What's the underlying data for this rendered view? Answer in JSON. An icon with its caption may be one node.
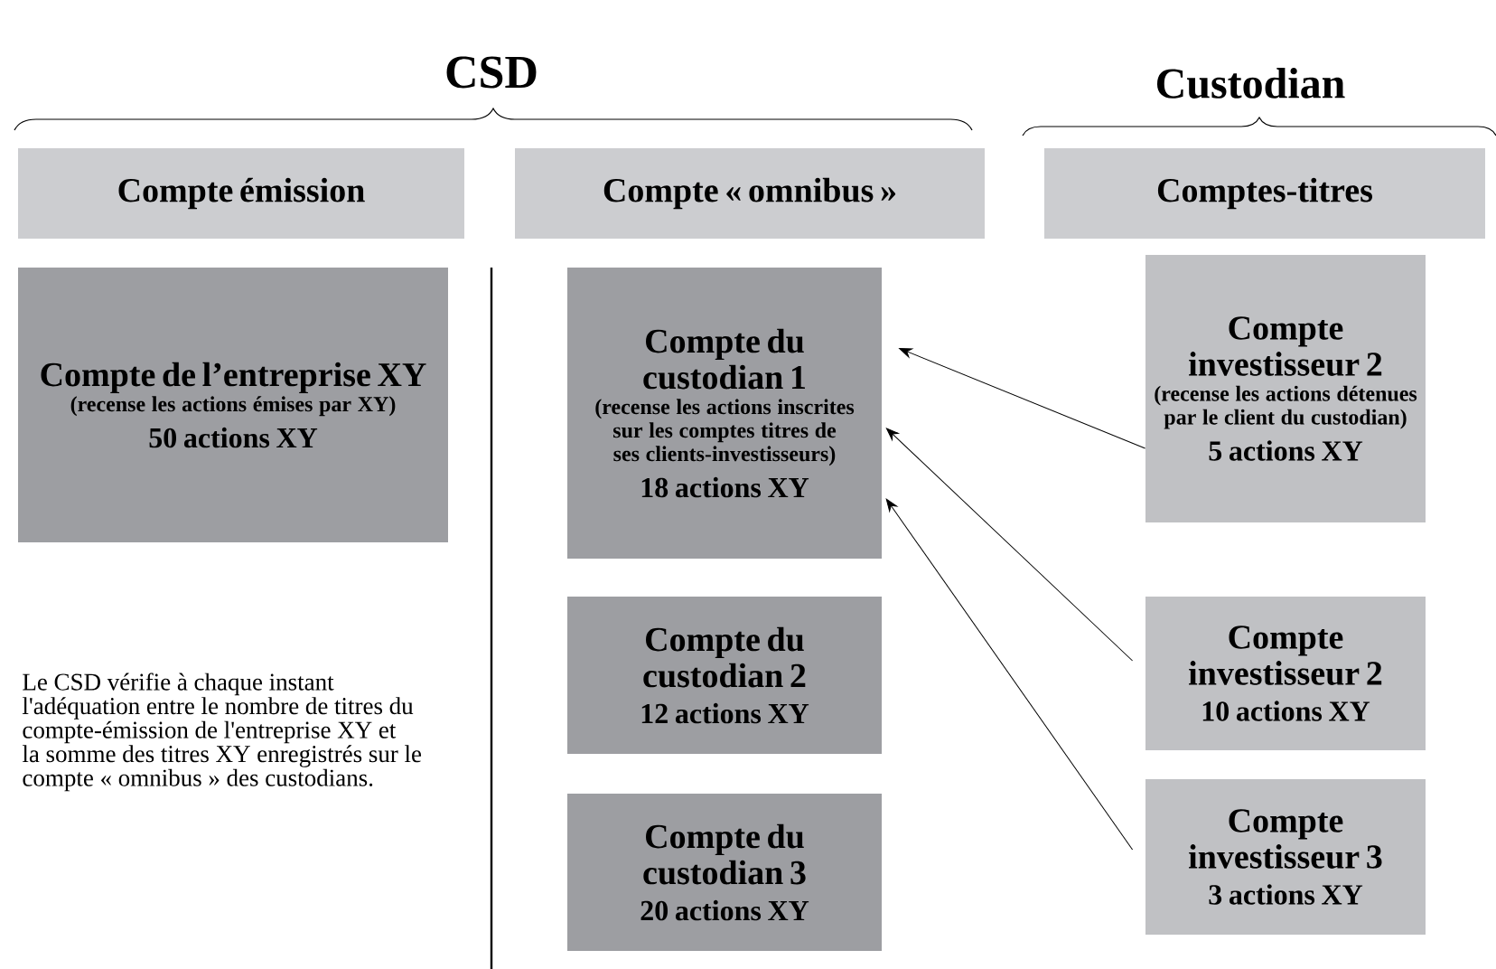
{
  "diagram": {
    "nodes": [
      {
        "text": [
          "Compte émission"
        ]
      },
      {
        "text": [
          "Compte « omnibus »"
        ]
      },
      {
        "text": [
          "Comptes-titres"
        ]
      },
      {
        "text": [
          "Compte de l’entreprise XY",
          "(recense les actions émises par XY)",
          "50 actions XY"
        ]
      },
      {
        "text": [
          "Compte du custodian 1",
          "(recense les actions inscrites sur les comptes titres de ses clients-investisseurs)",
          "18 actions XY"
        ]
      },
      {
        "text": [
          "Compte du custodian 2",
          "12 actions XY"
        ]
      },
      {
        "text": [
          "Compte du custodian 3",
          "20 actions XY"
        ]
      },
      {
        "text": [
          "Compte investisseur 2",
          "(recense les actions détenues par le client du custodian)",
          "5 actions XY"
        ]
      },
      {
        "text": [
          "Compte investisseur 2",
          "10 actions XY"
        ]
      },
      {
        "text": [
          "Compte investisseur 3",
          "3 actions XY"
        ]
      }
    ],
    "edges": [
      {
        "from": 7,
        "to": 4,
        "arrow": "to"
      },
      {
        "from": 8,
        "to": 4,
        "arrow": "to"
      },
      {
        "from": 9,
        "to": 4,
        "arrow": "to"
      }
    ],
    "labels": [
      "CSD",
      "Custodian",
      "Le CSD vérifie à chaque instant l'adéquation entre le nombre de titres du compte-émission de l'entreprise XY et la somme des titres XY enregistrés sur le compte « omnibus » des custodians."
    ]
  }
}
